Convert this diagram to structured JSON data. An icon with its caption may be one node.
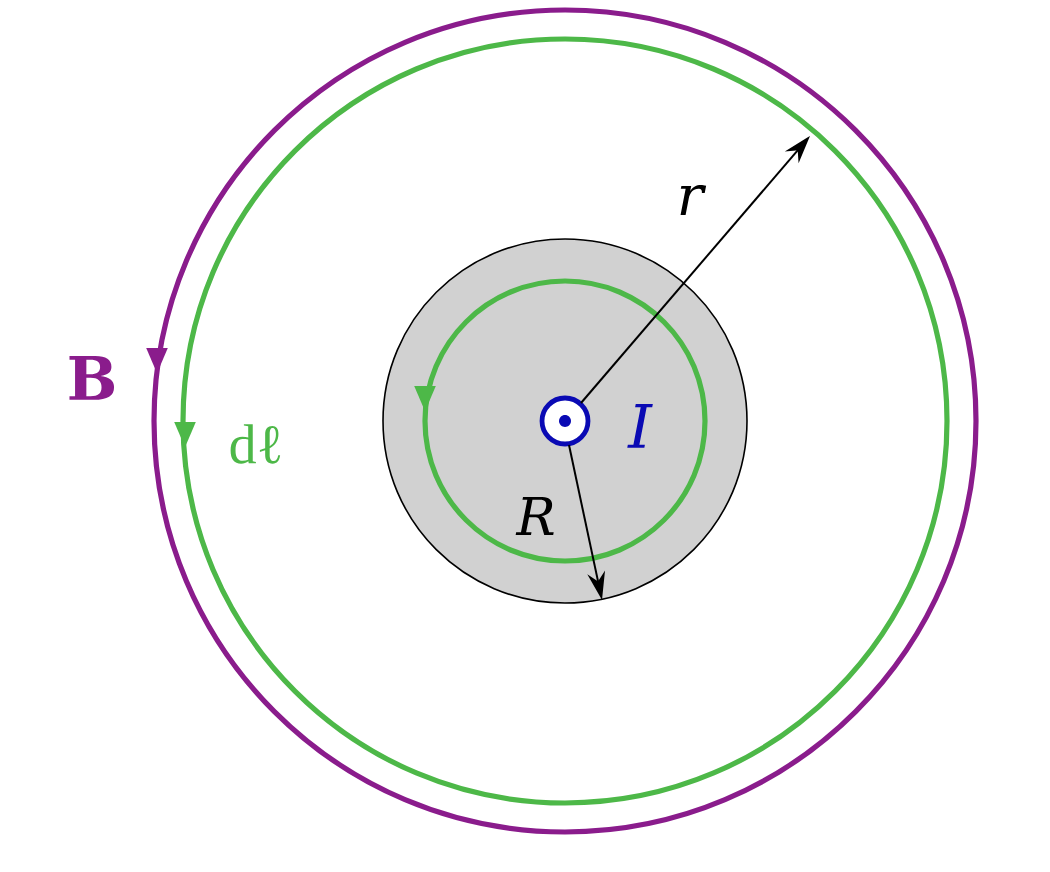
{
  "diagram": {
    "labels": [
      "B",
      "dℓ",
      "r",
      "I",
      "R"
    ]
  }
}
